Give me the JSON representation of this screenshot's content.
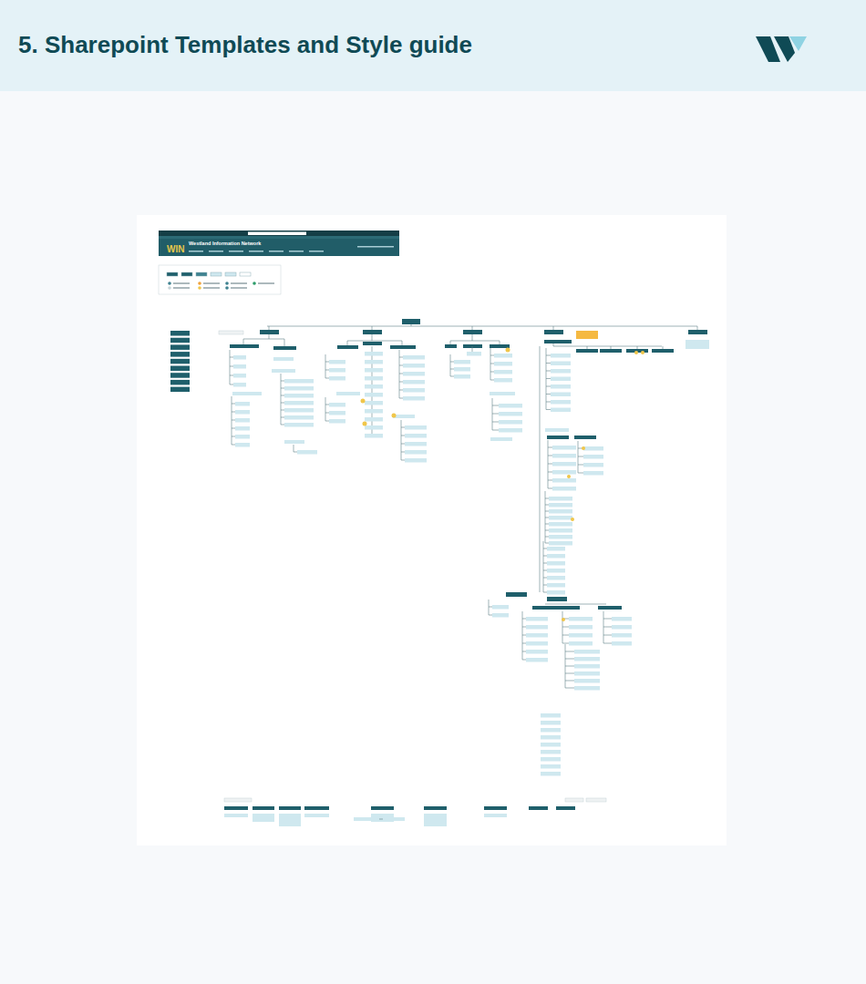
{
  "diagram": {
    "title": "5. Sharepoint Templates and Style guide",
    "labels": [
      "Westland Information Network",
      "WIN"
    ]
  }
}
